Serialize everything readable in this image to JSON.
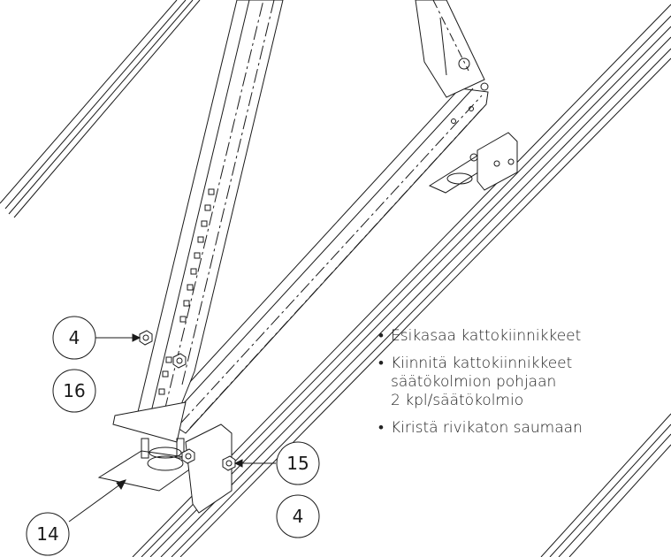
{
  "callouts": {
    "c4a": "4",
    "c16": "16",
    "c15": "15",
    "c4b": "4",
    "c14": "14"
  },
  "instructions": [
    {
      "lines": [
        "Esikasaa kattokiinnikkeet"
      ]
    },
    {
      "lines": [
        "Kiinnitä kattokiinnikkeet",
        "säätökolmion pohjaan",
        "2 kpl/säätökolmio"
      ]
    },
    {
      "lines": [
        "Kiristä rivikaton saumaan"
      ]
    }
  ],
  "colors": {
    "line": "#1a1a1a",
    "background": "#ffffff"
  }
}
